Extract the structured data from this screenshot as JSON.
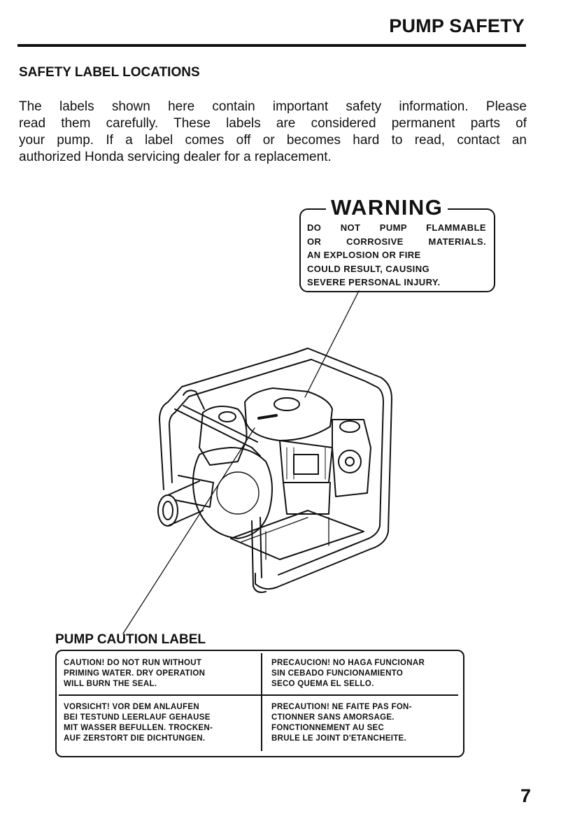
{
  "header": {
    "title": "PUMP SAFETY"
  },
  "section": {
    "heading": "SAFETY LABEL LOCATIONS"
  },
  "intro": {
    "lines": [
      "The labels shown here contain important safety information. Please",
      "read them carefully. These labels are considered permanent parts of",
      "your pump. If a label comes off or becomes hard to read, contact an",
      "authorized Honda servicing dealer for a replacement."
    ]
  },
  "warning_label": {
    "title": "WARNING",
    "lines": [
      "DO NOT PUMP FLAMMABLE",
      "OR CORROSIVE MATERIALS.",
      "AN EXPLOSION OR FIRE",
      "COULD RESULT, CAUSING",
      "SEVERE PERSONAL INJURY."
    ]
  },
  "caution_label": {
    "heading": "PUMP CAUTION LABEL",
    "english": [
      "CAUTION!     DO NOT RUN WITHOUT",
      "PRIMING WATER.    DRY OPERATION",
      "WILL   BURN   THE  SEAL."
    ],
    "spanish": [
      "PRECAUCION! NO HAGA FUNCIONAR",
      "SIN CEBADO FUNCIONAMIENTO",
      "SECO QUEMA EL SELLO."
    ],
    "german": [
      "VORSICHT!   VOR   DEM  ANLAUFEN",
      "BEI  TESTUND  LEERLAUF  GEHAUSE",
      "MIT WASSER  BEFULLEN.  TROCKEN-",
      "AUF  ZERSTORT  DIE  DICHTUNGEN."
    ],
    "french": [
      "PRECAUTION! NE FAITE PAS FON-",
      "CTIONNER SANS AMORSAGE.",
      "FONCTIONNEMENT AU SEC",
      "BRULE LE JOINT D'ETANCHEITE."
    ]
  },
  "footer": {
    "page_number": "7"
  }
}
